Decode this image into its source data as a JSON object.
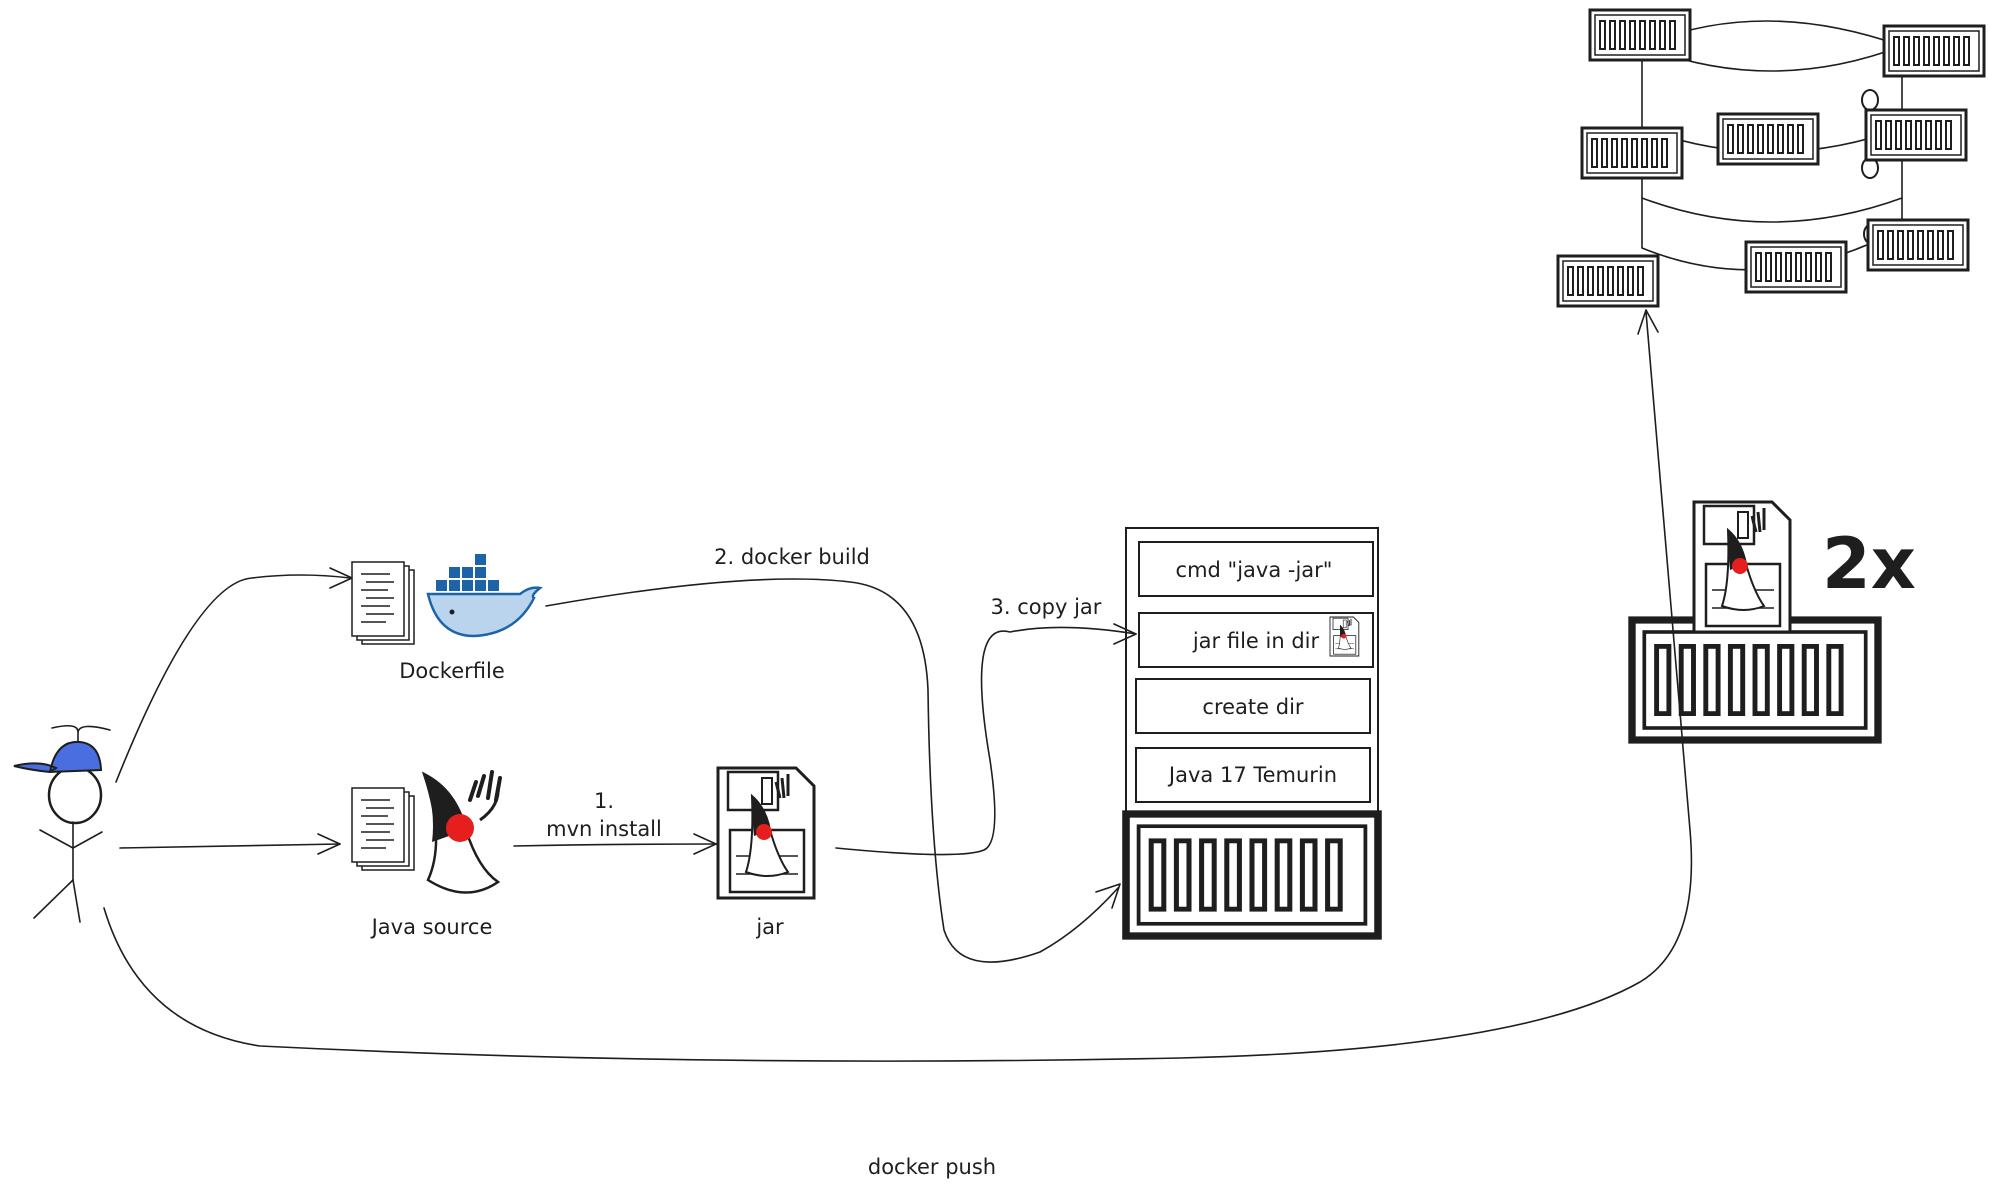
{
  "labels": {
    "dockerfile": "Dockerfile",
    "java_source": "Java source",
    "jar": "jar",
    "step1_number": "1.",
    "step1_command": "mvn install",
    "step2": "2. docker build",
    "step3": "3. copy jar",
    "push": "docker push",
    "multiplier": "2x"
  },
  "image_layers": [
    "cmd \"java -jar\"",
    "jar file in dir",
    "create dir",
    "Java 17 Temurin"
  ],
  "colors": {
    "stroke": "#1e1e1e",
    "cap": "#4a6ee0",
    "whale": "#b9d4ec",
    "whale_stroke": "#1d63a8",
    "duke_nose": "#e51e1e"
  }
}
